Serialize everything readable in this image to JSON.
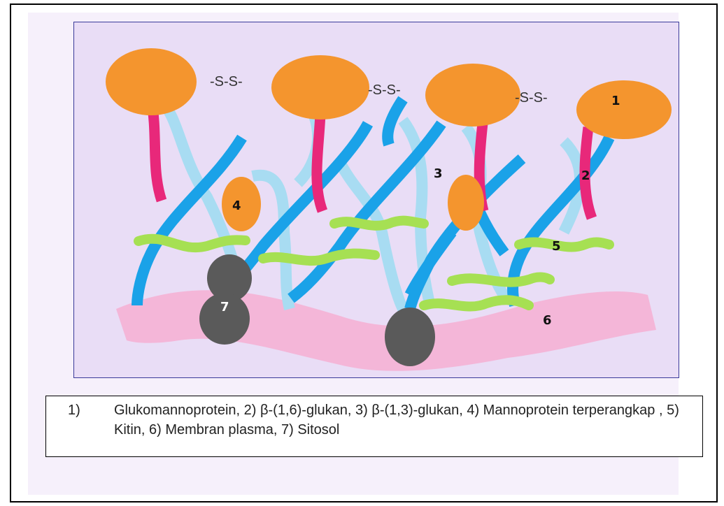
{
  "diagram": {
    "bond_label": "-S-S-",
    "labels": {
      "l1": "1",
      "l2": "2",
      "l3": "3",
      "l4": "4",
      "l5": "5",
      "l6": "6",
      "l7": "7"
    },
    "colors": {
      "background": "#e9ddf6",
      "mannoprotein": "#f4952e",
      "glucan_16": "#e8287a",
      "glucan_13": "#1aa2e8",
      "glucan_light": "#a8dcf2",
      "chitin": "#a6e053",
      "membrane": "#f4b6d8",
      "cytosol": "#5a5a5a"
    }
  },
  "legend": {
    "number": "1)",
    "text": "Glukomannoprotein, 2) β-(1,6)-glukan, 3) β-(1,3)-glukan, 4) Mannoprotein terperangkap , 5) Kitin, 6) Membran plasma, 7) Sitosol"
  }
}
